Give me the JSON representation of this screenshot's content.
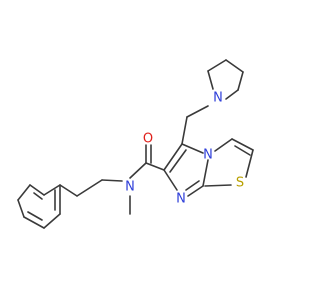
{
  "molecule": {
    "atoms": {
      "n_pyrrolidine": "N",
      "n_amide": "N",
      "o_carbonyl": "O",
      "n_ring_bridge": "N",
      "n_imidazole": "N",
      "s_thiazole": "S"
    }
  },
  "colors": {
    "bond": "#3a3a3a",
    "nitrogen": "#2f3fd9",
    "oxygen": "#e0201b",
    "sulfur": "#b8a000"
  }
}
